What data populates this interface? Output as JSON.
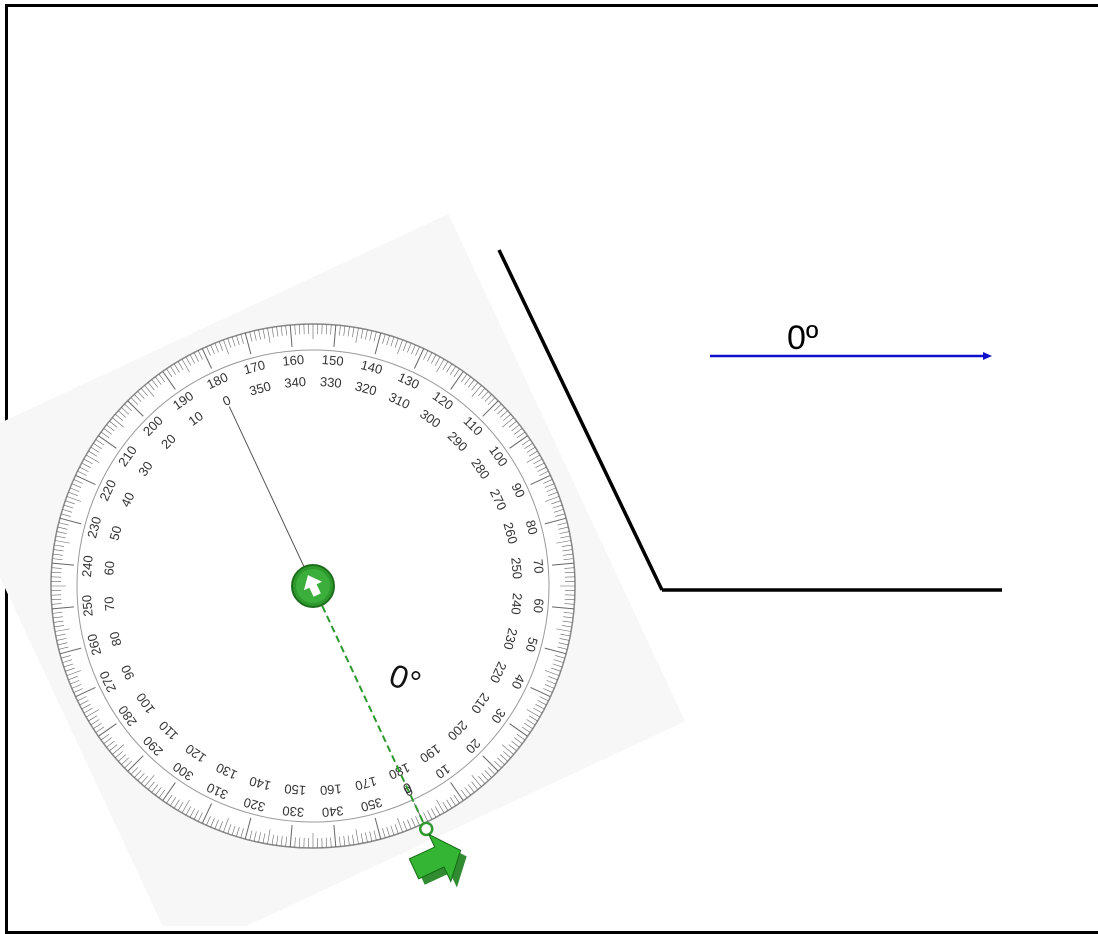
{
  "workspace": {
    "ray_label": "0º",
    "ray_color": "#1010cc",
    "angle_color": "#000000"
  },
  "protractor": {
    "angle_readout": "0°",
    "accent_color": "#2e9a2e",
    "center_handle_icon": "move-arrows-icon",
    "rotate_handle_icon": "rotate-arrow-icon",
    "outer_scale_start": "0",
    "inner_scale_start": "180",
    "marker_label": "0"
  }
}
